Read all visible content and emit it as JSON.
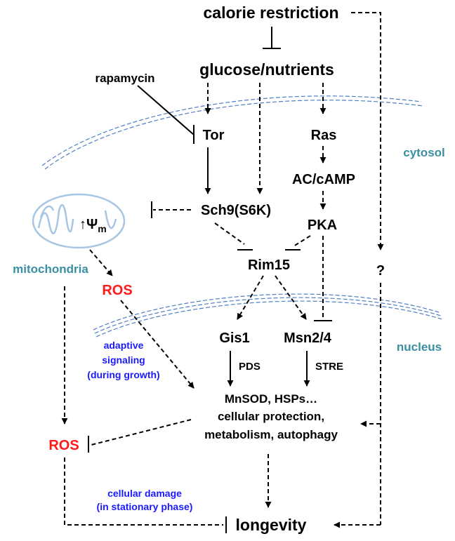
{
  "nodes": {
    "calorie_restriction": "calorie restriction",
    "glucose_nutrients": "glucose/nutrients",
    "rapamycin": "rapamycin",
    "tor": "Tor",
    "ras": "Ras",
    "ac_camp": "AC/cAMP",
    "sch9": "Sch9(S6K)",
    "pka": "PKA",
    "rim15": "Rim15",
    "gis1": "Gis1",
    "msn24": "Msn2/4",
    "unknown": "?",
    "longevity": "longevity"
  },
  "compartments": {
    "cytosol": "cytosol",
    "nucleus": "nucleus",
    "mitochondria": "mitochondria"
  },
  "mito_symbol": {
    "arrow": "↑",
    "psi": "Ψ",
    "sub": "m"
  },
  "ros": {
    "upper": "ROS",
    "lower": "ROS"
  },
  "elements": {
    "pds": "PDS",
    "stre": "STRE"
  },
  "outputs": {
    "line1": "MnSOD, HSPs…",
    "line2": "cellular protection,",
    "line3": "metabolism, autophagy"
  },
  "notes": {
    "adaptive_line1": "adaptive",
    "adaptive_line2": "signaling",
    "adaptive_line3": "(during growth)",
    "damage_line1": "cellular damage",
    "damage_line2": "(in stationary phase)"
  },
  "colors": {
    "compartment_label": "#3a8fa3",
    "ros": "#ff1a1a",
    "note": "#1a1aff",
    "membrane": "#4f7fc4",
    "mitochondrion": "#a6c6e4"
  }
}
